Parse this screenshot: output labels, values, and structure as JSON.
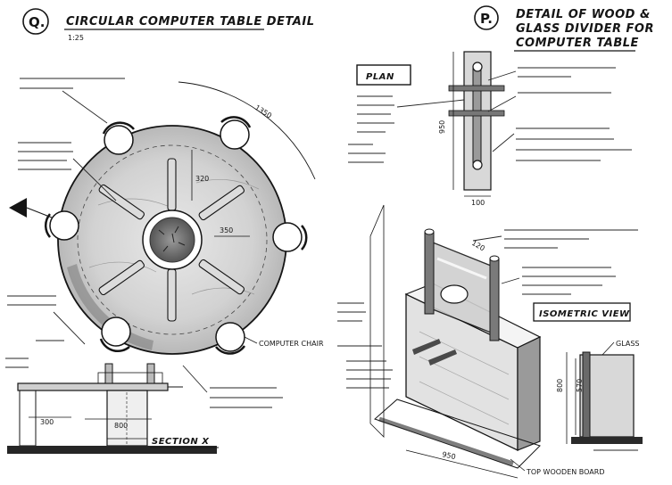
{
  "left": {
    "bubble": "Q.",
    "title": "CIRCULAR COMPUTER TABLE DETAIL",
    "scale": "1:25",
    "section": "SECTION X",
    "chair": "COMPUTER CHAIR",
    "dims": {
      "d1": "1350",
      "d2": "320",
      "d3": "350",
      "d4": "300",
      "d5": "800"
    }
  },
  "right": {
    "bubble": "P.",
    "title_l1": "DETAIL OF WOOD &",
    "title_l2": "GLASS DIVIDER FOR",
    "title_l3": "COMPUTER TABLE",
    "plan": "PLAN",
    "isometric": "ISOMETRIC VIEW",
    "glass": "GLASS",
    "wood_base": "TOP WOODEN BOARD",
    "dims": {
      "p1": "950",
      "p2": "100",
      "p3": "950",
      "p4": "120",
      "p5": "800",
      "p6": "570"
    }
  },
  "colors": {
    "ink": "#151515",
    "tone": "#8a8a8a",
    "paper": "#ffffff"
  }
}
